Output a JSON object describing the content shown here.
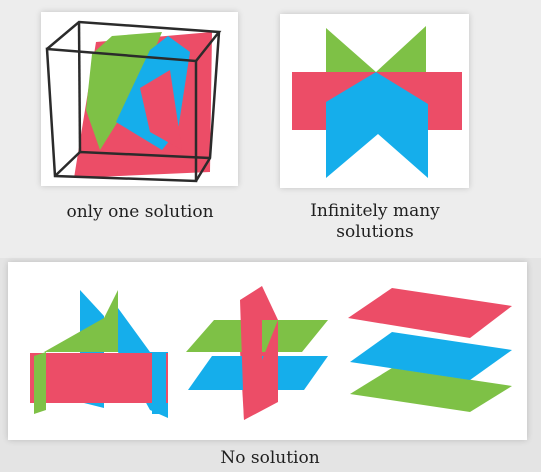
{
  "captions": {
    "one": "only one solution",
    "infinite": "Infinitely many\nsolutions",
    "none": "No solution"
  },
  "colors": {
    "red": "#ec4d67",
    "green": "#7ec146",
    "blue": "#15aeeb",
    "edge": "#2b2b2b"
  }
}
